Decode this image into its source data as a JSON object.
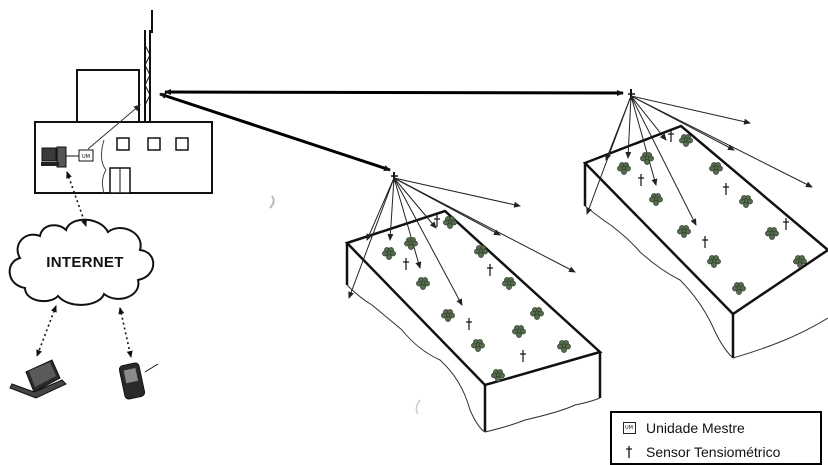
{
  "diagram": {
    "cloud_label": "INTERNET",
    "unit_box_text": "UM",
    "legend": {
      "items": [
        {
          "icon": "master-unit-icon",
          "label": "Unidade Mestre"
        },
        {
          "icon": "tensiometer-sensor-icon",
          "label": "Sensor Tensiométrico"
        }
      ]
    }
  }
}
